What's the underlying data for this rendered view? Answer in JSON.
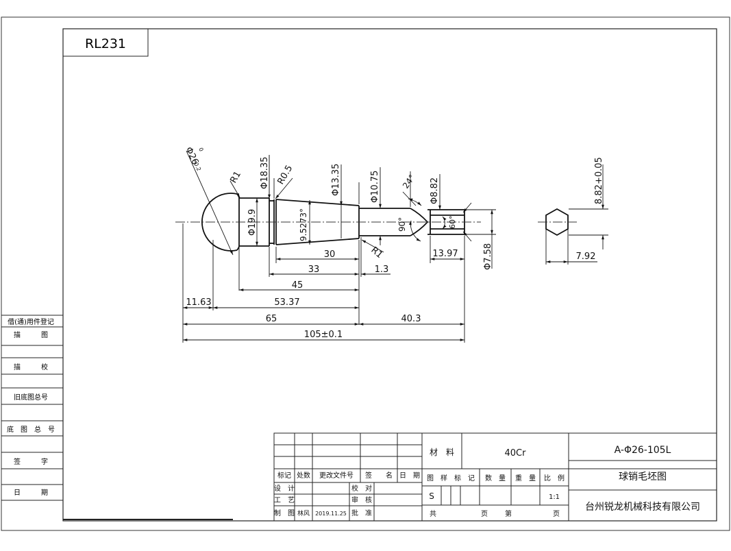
{
  "drawing_number": "RL231",
  "dimensions": {
    "ball_dia": "Φ26",
    "ball_tol_upper": "0",
    "ball_tol_lower": "-0.2",
    "r1_top": "R1",
    "d1835": "Φ18.35",
    "r05": "R0.5",
    "d1335": "Φ13.35",
    "d1075": "Φ10.75",
    "ang24": "24°",
    "d882": "Φ8.82",
    "d199": "Φ19.9",
    "taper": "9.5273°",
    "ang90": "90°",
    "ang60": "60°",
    "r1_bottom": "R1",
    "l30": "30",
    "l33": "33",
    "l13": "1.3",
    "l1397": "13.97",
    "d758": "Φ7.58",
    "l45": "45",
    "l1163": "11.63",
    "l5337": "53.37",
    "l65": "65",
    "l403": "40.3",
    "l105": "105±0.1",
    "hex_af": "8.82+0.05",
    "hex_width": "7.92"
  },
  "left_panel": {
    "borrow_register": "借(通)用件登记",
    "trace": "描　　　图",
    "trace_check": "描　　　校",
    "old_base_no": "旧底图总号",
    "base_no": "底　图　总　号",
    "signature": "签　　　字",
    "date": "日　　　期"
  },
  "title_block": {
    "material_label": "材　料",
    "material_value": "40Cr",
    "part_code": "A-Φ26-105L",
    "part_name": "球销毛坯图",
    "company": "台州锐龙机械科技有限公司",
    "hdr_mark": "标记",
    "hdr_count": "处数",
    "hdr_change_doc": "更改文件号",
    "hdr_sign": "签　　名",
    "hdr_date": "日　期",
    "design": "设　计",
    "proofread": "校　对",
    "process": "工　艺",
    "review": "审　核",
    "drafted": "制　图",
    "drafter_name": "林风",
    "drafted_date": "2019.11.25",
    "approve": "批　准",
    "stage_label": "图　样　标　记",
    "quantity_label": "数　量",
    "weight_label": "重　量",
    "scale_label": "比　例",
    "stage_value": "S",
    "scale_value": "1:1",
    "total_label": "共",
    "page_label": "页",
    "sheet_label": "第",
    "page_label2": "页"
  }
}
